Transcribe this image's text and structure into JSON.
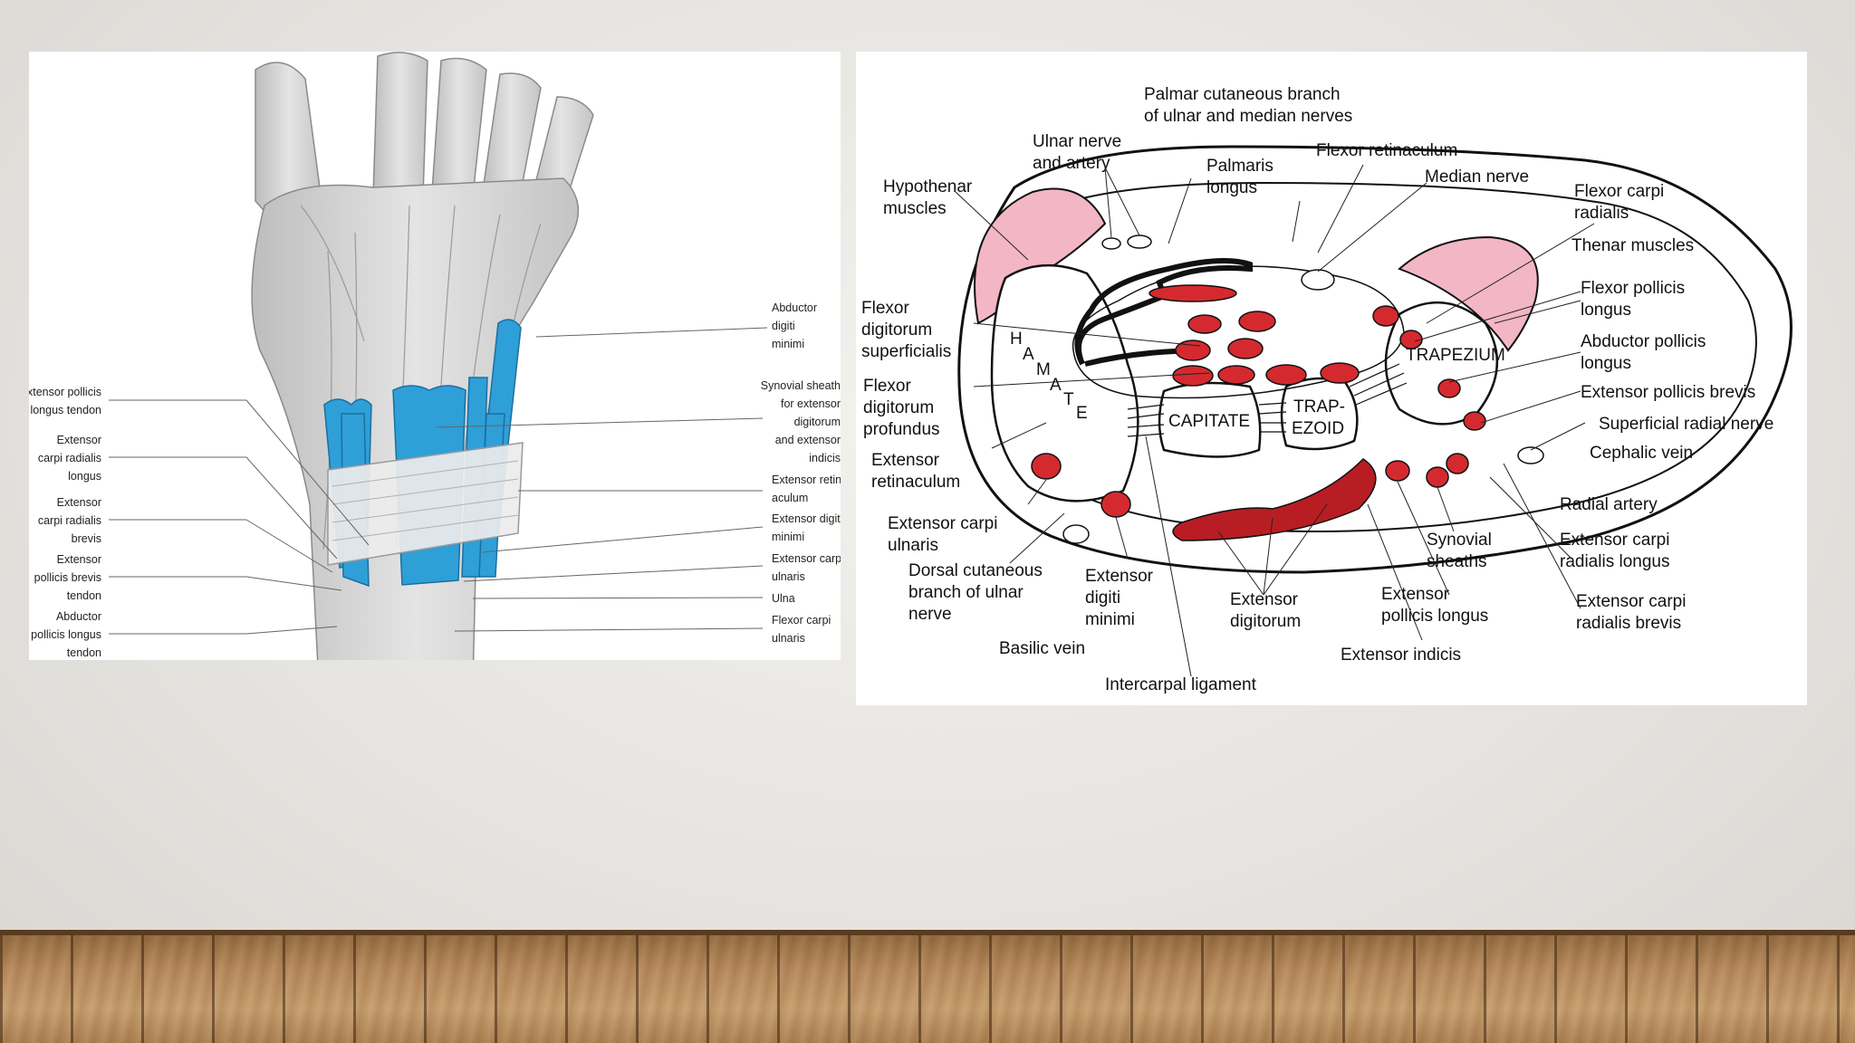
{
  "left_figure": {
    "labels_left": {
      "epl": [
        "Extensor pollicis",
        "longus tendon"
      ],
      "ecrl": [
        "Extensor",
        "carpi radialis",
        "longus"
      ],
      "ecrb": [
        "Extensor",
        "carpi radialis",
        "brevis"
      ],
      "epb": [
        "Extensor",
        "pollicis brevis",
        "tendon"
      ],
      "apl": [
        "Abductor",
        "pollicis longus",
        "tendon"
      ]
    },
    "labels_right": {
      "adm": [
        "Abductor",
        "digiti",
        "minimi"
      ],
      "synovial": [
        "Synovial sheath",
        "for extensor",
        "digitorum",
        "and extensor",
        "indicis"
      ],
      "retinaculum": [
        "Extensor retin",
        "aculum"
      ],
      "edm": [
        "Extensor digiti",
        "minimi"
      ],
      "ecu": [
        "Extensor carpi",
        "ulnaris"
      ],
      "ulna": [
        "Ulna"
      ],
      "fcu": [
        "Flexor carpi",
        "ulnaris"
      ]
    },
    "colors": {
      "tendon_sheath": "#2f9fd8",
      "skin": "#d4d4d4",
      "retinaculum": "#ececec"
    }
  },
  "right_figure": {
    "labels": {
      "palmar_cutaneous": [
        "Palmar cutaneous branch",
        "of ulnar and median nerves"
      ],
      "ulnar_nerve": [
        "Ulnar nerve",
        "and artery"
      ],
      "palmaris_longus": [
        "Palmaris",
        "longus"
      ],
      "flexor_retinaculum": [
        "Flexor retinaculum"
      ],
      "median_nerve": [
        "Median nerve"
      ],
      "hypothenar": [
        "Hypothenar",
        "muscles"
      ],
      "fcr": [
        "Flexor carpi",
        "radialis"
      ],
      "thenar": [
        "Thenar muscles"
      ],
      "fpl": [
        "Flexor pollicis",
        "longus"
      ],
      "fds": [
        "Flexor",
        "digitorum",
        "superficialis"
      ],
      "apl": [
        "Abductor pollicis",
        "longus"
      ],
      "fdp": [
        "Flexor",
        "digitorum",
        "profundus"
      ],
      "epb": [
        "Extensor pollicis brevis"
      ],
      "srn": [
        "Superficial radial nerve"
      ],
      "cephalic": [
        "Cephalic vein"
      ],
      "ext_ret": [
        "Extensor",
        "retinaculum"
      ],
      "radial_artery": [
        "Radial artery"
      ],
      "ecu": [
        "Extensor carpi",
        "ulnaris"
      ],
      "synovial": [
        "Synovial",
        "sheaths"
      ],
      "ecrl": [
        "Extensor carpi",
        "radialis longus"
      ],
      "dorsal_cut": [
        "Dorsal cutaneous",
        "branch of ulnar",
        "nerve"
      ],
      "edm": [
        "Extensor",
        "digiti",
        "minimi"
      ],
      "ed": [
        "Extensor",
        "digitorum"
      ],
      "epl": [
        "Extensor",
        "pollicis longus"
      ],
      "ecrb": [
        "Extensor carpi",
        "radialis brevis"
      ],
      "basilic": [
        "Basilic vein"
      ],
      "ext_indicis": [
        "Extensor indicis"
      ],
      "intercarpal": [
        "Intercarpal ligament"
      ]
    },
    "bones": {
      "hamate": [
        "H",
        "A",
        "M",
        "A",
        "T",
        "E"
      ],
      "capitate": "CAPITATE",
      "trapezoid": [
        "TRAP-",
        "EZOID"
      ],
      "trapezium": "TRAPEZIUM"
    },
    "colors": {
      "tendon": "#d42a2f",
      "muscle": "#f3b6c4",
      "outline": "#111111"
    }
  }
}
